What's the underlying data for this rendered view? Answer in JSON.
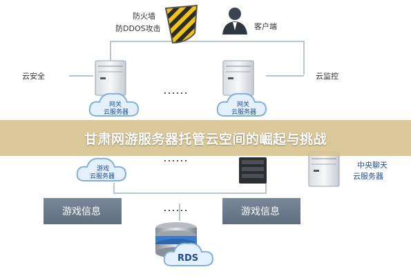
{
  "labels": {
    "firewall_line1": "防火墙",
    "firewall_line2": "防DDOS攻击",
    "client": "客户端",
    "cloud_security": "云安全",
    "cloud_monitor": "云监控",
    "gateway_left_line1": "网关",
    "gateway_left_line2": "云服务器",
    "gateway_right_line1": "网关",
    "gateway_right_line2": "云服务器",
    "game_cloud_line1": "游戏",
    "game_cloud_line2": "云服务器",
    "chat_cloud_line1": "中央聊天",
    "chat_cloud_line2": "云服务器",
    "game_info_left": "游戏信息",
    "game_info_right": "游戏信息",
    "rds": "RDS"
  },
  "banner": {
    "title": "甘肃网游服务器托管云空间的崛起与挑战"
  },
  "icons": {
    "firewall": "striped-shield-icon",
    "client": "person-icon",
    "server": "server-tower-icon",
    "cloud": "cloud-icon",
    "database": "database-stack-icon"
  },
  "colors": {
    "line": "#b9c4d0",
    "box": "#6b7b8c",
    "cloud_fill": "#e4f0fb",
    "cloud_stroke": "#7fb0dc",
    "label_text": "#333333",
    "cloud_text": "#1d4f8f",
    "banner": "#d6c28c"
  }
}
